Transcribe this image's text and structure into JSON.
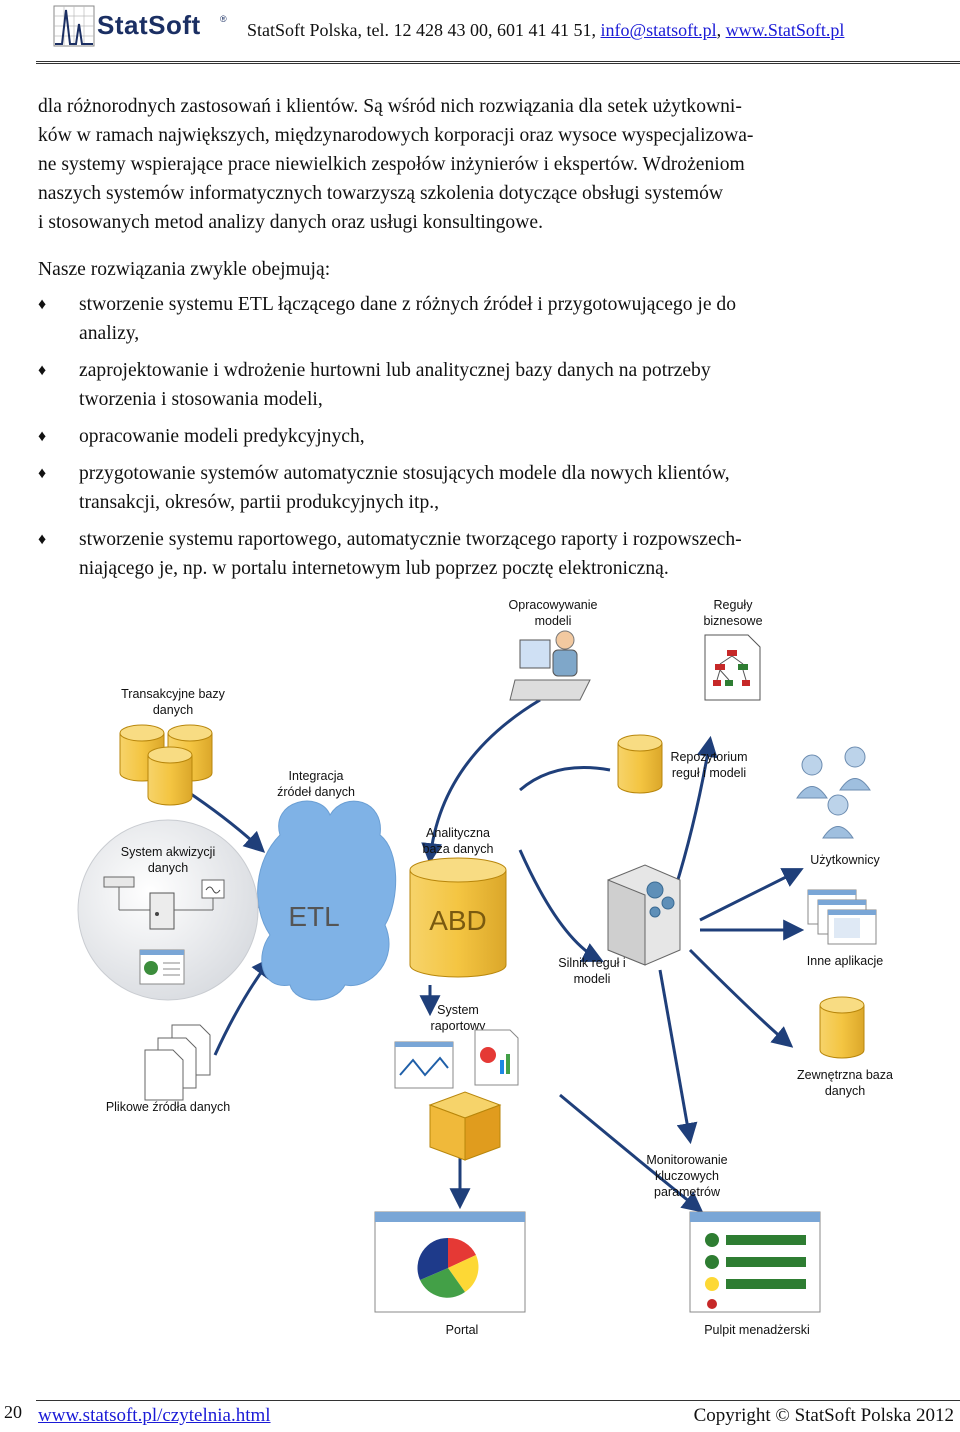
{
  "header": {
    "logo_text": "StatSoft",
    "logo_reg": "®",
    "contact_text": "StatSoft Polska, tel. 12 428 43 00, 601 41 41 51, ",
    "email": "info@statsoft.pl",
    "separator": ", ",
    "website": "www.StatSoft.pl"
  },
  "para1_lines": [
    "dla różnorodnych zastosowań i klientów. Są wśród nich rozwiązania dla setek użytkowni-",
    "ków w ramach największych, międzynarodowych korporacji oraz wysoce wyspecjalizowa-",
    "ne systemy wspierające prace niewielkich zespołów inżynierów i ekspertów. Wdrożeniom",
    "naszych systemów informatycznych towarzyszą szkolenia dotyczące obsługi systemów",
    "i stosowanych metod analizy danych oraz usługi konsultingowe."
  ],
  "para2": "Nasze rozwiązania zwykle obejmują:",
  "bullet_mark": "♦",
  "bullets": [
    [
      "stworzenie systemu ETL łączącego dane z różnych źródeł i przygotowującego je do",
      "analizy,"
    ],
    [
      "zaprojektowanie i wdrożenie hurtowni lub analitycznej bazy danych na potrzeby",
      "tworzenia i stosowania modeli,"
    ],
    [
      "opracowanie modeli predykcyjnych,"
    ],
    [
      "przygotowanie systemów automatycznie stosujących modele dla nowych klientów,",
      "transakcji, okresów, partii produkcyjnych itp.,"
    ],
    [
      "stworzenie systemu raportowego, automatycznie tworzącego raporty i rozpowszech-",
      "niającego je, np. w portalu internetowym lub poprzez pocztę elektroniczną."
    ]
  ],
  "diagram": {
    "opracowywanie": [
      "Opracowywanie",
      "modeli"
    ],
    "reguly": [
      "Reguły",
      "biznesowe"
    ],
    "transakcyjne": [
      "Transakcyjne bazy",
      "danych"
    ],
    "integracja": [
      "Integracja",
      "źródeł danych"
    ],
    "repozytorium": [
      "Repozytorium",
      "reguł i modeli"
    ],
    "akwizycji": [
      "System akwizycji",
      "danych"
    ],
    "analityczna": [
      "Analityczna",
      "baza danych"
    ],
    "uzytkownicy": [
      "Użytkownicy"
    ],
    "etl": "ETL",
    "abd": "ABD",
    "silnik": [
      "Silnik reguł i",
      "modeli"
    ],
    "inne": [
      "Inne aplikacje"
    ],
    "raportowy": [
      "System",
      "raportowy"
    ],
    "plikowe": [
      "Plikowe źródła danych"
    ],
    "zewnetrzna": [
      "Zewnętrzna baza",
      "danych"
    ],
    "monitorowanie": [
      "Monitorowanie",
      "kluczowych",
      "parametrów"
    ],
    "portal": [
      "Portal"
    ],
    "pulpit": [
      "Pulpit menadżerski"
    ]
  },
  "footer": {
    "page_number": "20",
    "link": "www.statsoft.pl/czytelnia.html",
    "copyright": "Copyright © StatSoft Polska 2012"
  },
  "colors": {
    "cylinder": "#f4c542",
    "cloud": "#7fb2e6",
    "arrow": "#1f3f7a",
    "link": "#1a1ad6",
    "logo": "#1b2f63"
  }
}
